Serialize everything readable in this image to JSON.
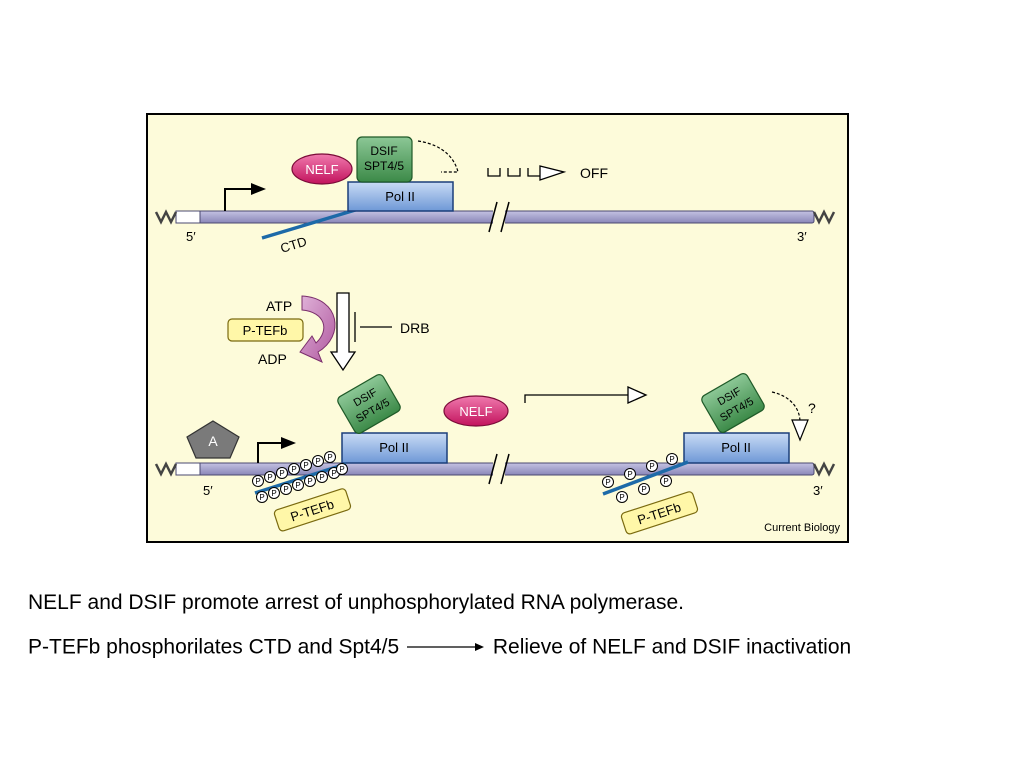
{
  "figure": {
    "top_panel": {
      "labels": {
        "dsif_line1": "DSIF",
        "dsif_line2": "SPT4/5",
        "nelf": "NELF",
        "pol2": "Pol II",
        "off": "OFF",
        "five_prime": "5′",
        "three_prime": "3′",
        "ctd": "CTD"
      }
    },
    "middle_panel": {
      "labels": {
        "atp": "ATP",
        "ptefb": "P-TEFb",
        "adp": "ADP",
        "drb": "DRB"
      }
    },
    "bottom_panel": {
      "labels": {
        "activator": "A",
        "dsif_line1": "DSIF",
        "dsif_line2": "SPT4/5",
        "nelf": "NELF",
        "pol2_left": "Pol II",
        "pol2_right": "Pol II",
        "five_prime": "5′",
        "three_prime": "3′",
        "ptefb_left": "P-TEFb",
        "ptefb_right": "P-TEFb",
        "question": "?",
        "phospho": "P",
        "credit": "Current Biology"
      }
    },
    "colors": {
      "background": "#fdfbda",
      "dna": "#9a97c4",
      "pol2": "#7fa7e0",
      "nelf": "#d61c6f",
      "dsif": "#4f9a5a",
      "ptefb": "#fff7a8",
      "ctd": "#1d6aa8",
      "activator": "#7a7a7a",
      "atp_arrow": "#c87ab8"
    }
  },
  "captions": {
    "line1": "NELF and DSIF promote arrest of unphosphorylated RNA polymerase.",
    "line2_left": "P-TEFb phosphorilates CTD and Spt4/5",
    "line2_right": "Relieve of NELF and DSIF inactivation"
  }
}
